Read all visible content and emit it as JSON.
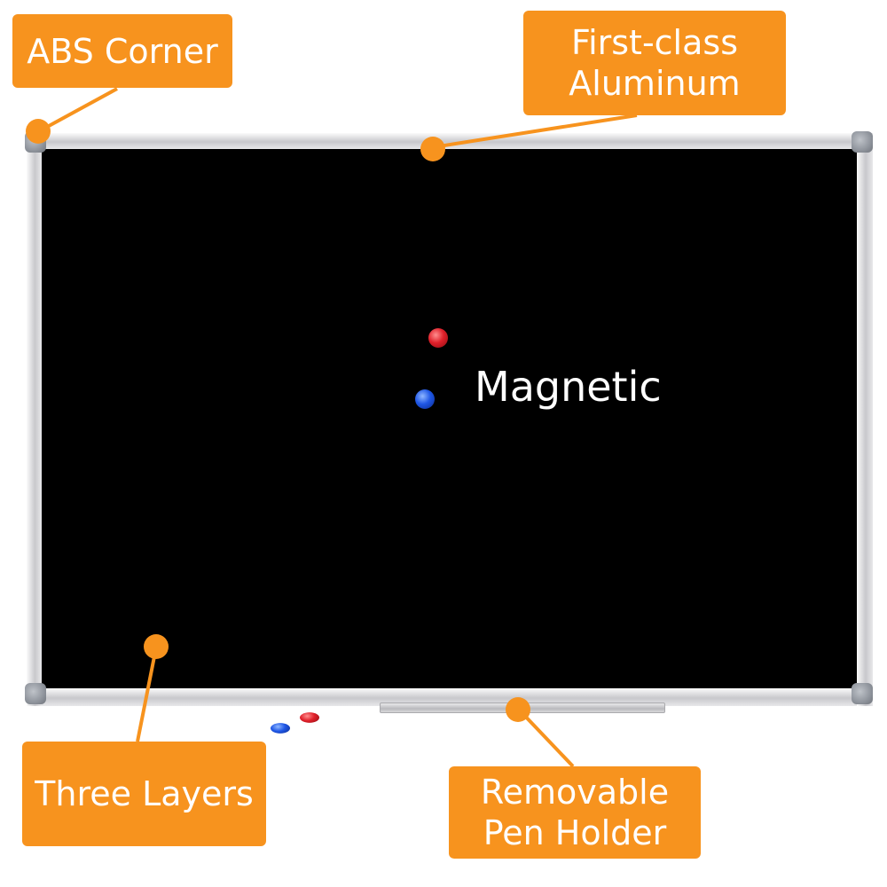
{
  "callouts": {
    "abs_corner": "ABS Corner",
    "aluminum": "First-class\nAluminum",
    "three_layers": "Three Layers",
    "pen_holder": "Removable\nPen Holder"
  },
  "board_label": "Magnetic",
  "colors": {
    "accent": "#f7931e",
    "board": "#000000",
    "frame": "#c8c8cc",
    "magnet_red": "#e0202a",
    "magnet_blue": "#1f57e6"
  }
}
